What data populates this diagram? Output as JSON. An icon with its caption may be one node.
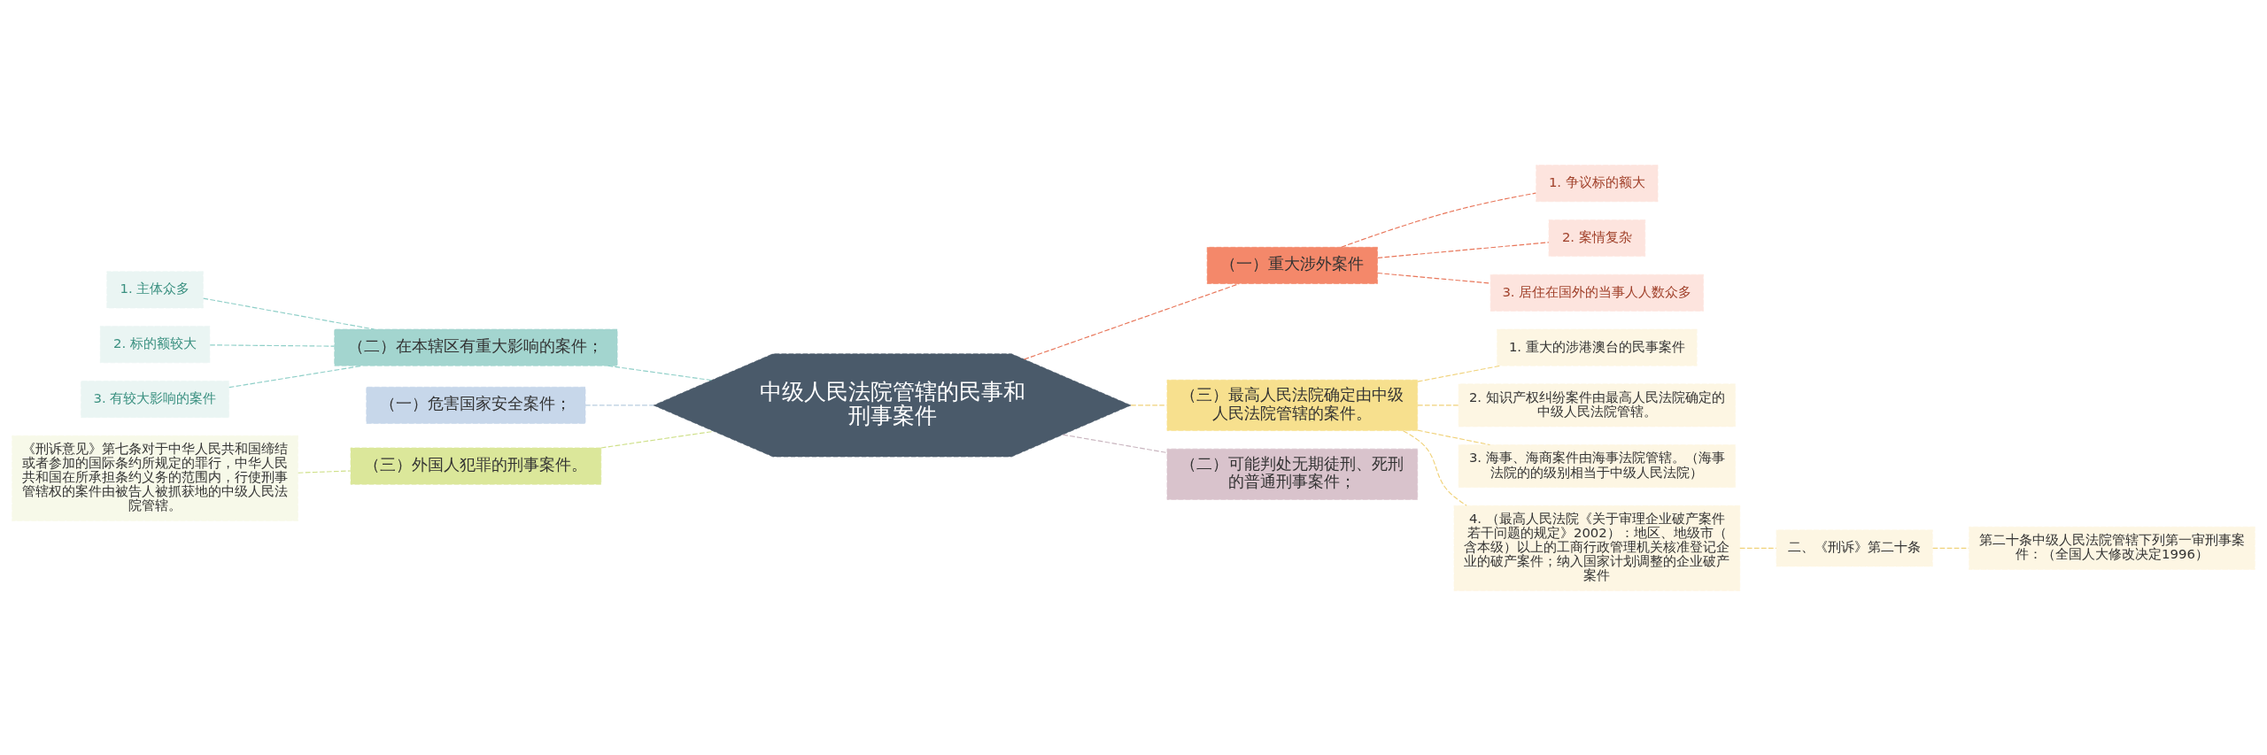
{
  "diagram": {
    "nodes": [
      {
        "text": [
          "中级人民法院管辖的民事和刑事案件"
        ]
      },
      {
        "text": [
          "（一）重大涉外案件"
        ]
      },
      {
        "text": [
          "1. 争议标的额大"
        ]
      },
      {
        "text": [
          "2. 案情复杂"
        ]
      },
      {
        "text": [
          "3. 居住在国外的当事人人数众多"
        ]
      },
      {
        "text": [
          "（三）最高人民法院确定由中级人民法院管辖的案件。"
        ]
      },
      {
        "text": [
          "1. 重大的涉港澳台的民事案件"
        ]
      },
      {
        "text": [
          "2. 知识产权纠纷案件由最高人民法院确定的中级人民法院管辖。"
        ]
      },
      {
        "text": [
          "3. 海事、海商案件由海事法院管辖。（海事法院的的级别相当于中级人民法院）"
        ]
      },
      {
        "text": [
          "4. （最高人民法院《关于审理企业破产案件若干问题的规定》2002）：地区、地级市（含本级）以上的工商行政管理机关核准登记企业的破产案件；纳入国家计划调整的企业破产案件"
        ]
      },
      {
        "text": [
          "二、《刑诉》第二十条"
        ]
      },
      {
        "text": [
          "第二十条中级人民法院管辖下列第一审刑事案件：（全国人大修改决定1996）"
        ]
      },
      {
        "text": [
          "（二）可能判处无期徒刑、死刑的普通刑事案件；"
        ]
      },
      {
        "text": [
          "（二）在本辖区有重大影响的案件；"
        ]
      },
      {
        "text": [
          "1. 主体众多"
        ]
      },
      {
        "text": [
          "2. 标的额较大"
        ]
      },
      {
        "text": [
          "3. 有较大影响的案件"
        ]
      },
      {
        "text": [
          "（一）危害国家安全案件；"
        ]
      },
      {
        "text": [
          "（三）外国人犯罪的刑事案件。"
        ]
      },
      {
        "text": [
          "《刑诉意见》第七条对于中华人民共和国缔结或者参加的国际条约所规定的罪行，中华人民共和国在所承担条约义务的范围内，行使刑事管辖权的案件由被告人被抓获地的中级人民法院管辖。"
        ]
      }
    ],
    "edges": [
      {
        "from": 0,
        "to": 1,
        "arrow": "none",
        "style": "dashed",
        "color": "#e8765a"
      },
      {
        "from": 1,
        "to": 2,
        "arrow": "none",
        "style": "dashed",
        "color": "#e8765a"
      },
      {
        "from": 1,
        "to": 3,
        "arrow": "none",
        "style": "dashed",
        "color": "#e8765a"
      },
      {
        "from": 1,
        "to": 4,
        "arrow": "none",
        "style": "dashed",
        "color": "#e8765a"
      },
      {
        "from": 0,
        "to": 5,
        "arrow": "none",
        "style": "dashed",
        "color": "#f0d27a"
      },
      {
        "from": 5,
        "to": 6,
        "arrow": "none",
        "style": "dashed",
        "color": "#f0d27a"
      },
      {
        "from": 5,
        "to": 7,
        "arrow": "none",
        "style": "dashed",
        "color": "#f0d27a"
      },
      {
        "from": 5,
        "to": 8,
        "arrow": "none",
        "style": "dashed",
        "color": "#f0d27a"
      },
      {
        "from": 5,
        "to": 9,
        "arrow": "none",
        "style": "dashed",
        "color": "#f0d27a"
      },
      {
        "from": 9,
        "to": 10,
        "arrow": "none",
        "style": "dashed",
        "color": "#f0d27a"
      },
      {
        "from": 10,
        "to": 11,
        "arrow": "none",
        "style": "dashed",
        "color": "#f0d27a"
      },
      {
        "from": 0,
        "to": 12,
        "arrow": "none",
        "style": "dashed",
        "color": "#c9b5bf"
      },
      {
        "from": 0,
        "to": 13,
        "arrow": "none",
        "style": "dashed",
        "color": "#8fcfc8"
      },
      {
        "from": 13,
        "to": 14,
        "arrow": "none",
        "style": "dashed",
        "color": "#8fcfc8"
      },
      {
        "from": 13,
        "to": 15,
        "arrow": "none",
        "style": "dashed",
        "color": "#8fcfc8"
      },
      {
        "from": 13,
        "to": 16,
        "arrow": "none",
        "style": "dashed",
        "color": "#8fcfc8"
      },
      {
        "from": 0,
        "to": 17,
        "arrow": "none",
        "style": "dashed",
        "color": "#b8cde0"
      },
      {
        "from": 0,
        "to": 18,
        "arrow": "none",
        "style": "dashed",
        "color": "#cfe08a"
      },
      {
        "from": 18,
        "to": 19,
        "arrow": "none",
        "style": "dashed",
        "color": "#cfe08a"
      }
    ]
  }
}
